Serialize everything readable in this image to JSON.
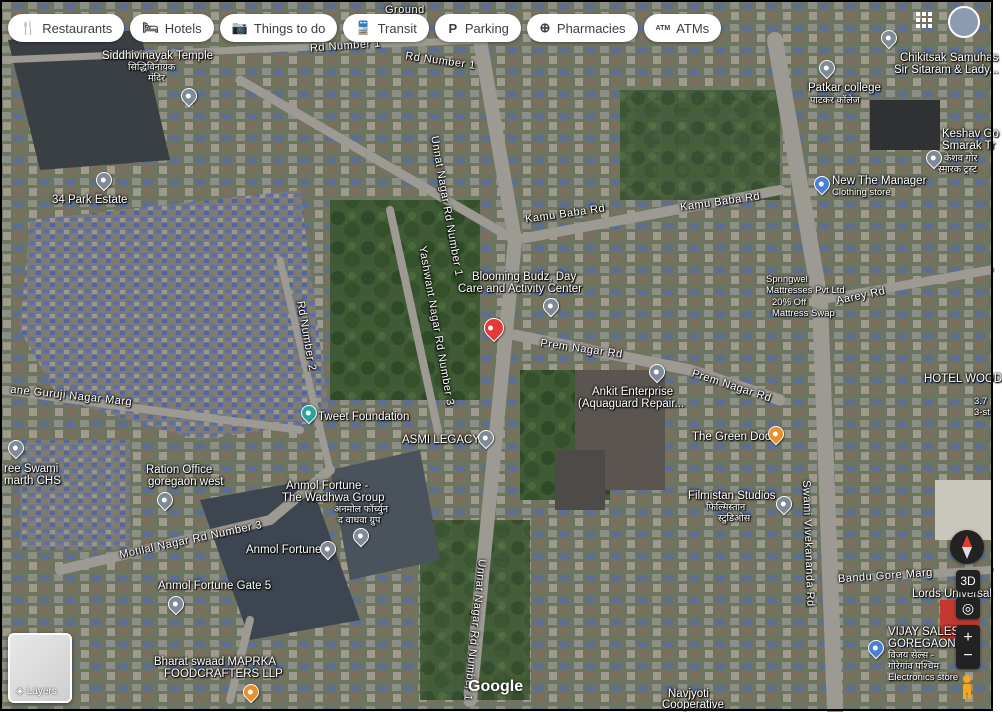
{
  "filter_chips": [
    {
      "label": "Restaurants",
      "icon": "fork-knife-icon",
      "glyph": "🍴"
    },
    {
      "label": "Hotels",
      "icon": "bed-icon",
      "glyph": "🛏"
    },
    {
      "label": "Things to do",
      "icon": "camera-icon",
      "glyph": "📷"
    },
    {
      "label": "Transit",
      "icon": "train-icon",
      "glyph": "🚆"
    },
    {
      "label": "Parking",
      "icon": "parking-icon",
      "glyph": "P"
    },
    {
      "label": "Pharmacies",
      "icon": "pharmacy-icon",
      "glyph": "⊕"
    },
    {
      "label": "ATMs",
      "icon": "atm-icon",
      "glyph": "ATM"
    }
  ],
  "places": {
    "siddhivinayak": "Siddhivinayak Temple",
    "siddhivinayak_local": "सिद्धिविनायक",
    "siddhivinayak_local2": "मंदिर",
    "park_estate": "34 Park Estate",
    "blooming_budz_1": "Blooming Budz, Day",
    "blooming_budz_2": "Care and Activity Center",
    "springwel_1": "Springwel",
    "springwel_2": "Mattresses Pvt Ltd",
    "springwel_3": "20% Off",
    "springwel_4": "Mattress Swap",
    "ankit_1": "Ankit Enterprise",
    "ankit_2": "(Aquaguard Repair...",
    "green_door": "The Green Door",
    "filmistan_1": "Filmistan Studios",
    "filmistan_2": "फिल्मिस्तान",
    "filmistan_3": "स्टुडिओस",
    "tweet_foundation": "Tweet Foundation",
    "asmi_legacy": "ASMI LEGACY",
    "ration_office_1": "Ration Office",
    "ration_office_2": "goregaon west",
    "swami_chs_1": "ree Swami",
    "swami_chs_2": "marth CHS",
    "anmol_fortune_wadhwa_1": "Anmol Fortune -",
    "anmol_fortune_wadhwa_2": "The Wadhwa Group",
    "anmol_local_1": "अनमोल फॉर्च्युन",
    "anmol_local_2": "द वाधवा ग्रुप",
    "anmol_fortune": "Anmol Fortune",
    "anmol_gate5": "Anmol Fortune Gate 5",
    "bharat_swaad_1": "Bharat swaad MAPRKA",
    "bharat_swaad_2": "FOODCRAFTERS LLP",
    "chikitsak_1": "Chikitsak Samuhas",
    "chikitsak_2": "Sir Sitaram & Lady...",
    "patkar_1": "Patkar college",
    "patkar_2": "पाटकर कॉलेज",
    "keshav_1": "Keshav Go",
    "keshav_2": "Smarak Tr",
    "keshav_3": "केशव गोर",
    "keshav_4": "स्मारक ट्रस्ट",
    "new_manager_1": "New The Manager",
    "new_manager_2": "Clothing store",
    "hotel_wood": "HOTEL WOOD",
    "hotel_wood_r1": "3.7",
    "hotel_wood_r2": "3-st",
    "lords": "Lords Universal",
    "vijay_1": "VIJAY SALES -",
    "vijay_2": "GOREGAON (W)",
    "vijay_3": "विजय सेल्स -",
    "vijay_4": "गोरेगांव पश्चिम",
    "vijay_5": "Electronics store",
    "navjyoti_1": "Navjyoti",
    "navjyoti_2": "Cooperative",
    "ground": "Ground"
  },
  "roads": {
    "rd_number_1_top": "Rd Number 1",
    "rd_number_1_b": "Rd Number 1",
    "unnat_nagar_1": "Unnat Nagar Rd Number 1",
    "unnat_nagar_2": "Unnat Nagar Rd Number 1",
    "kamu_baba_1": "Kamu Baba Rd",
    "kamu_baba_2": "Kamu Baba Rd",
    "aarey": "Aarey Rd",
    "prem_nagar_1": "Prem Nagar Rd",
    "prem_nagar_2": "Prem Nagar Rd",
    "yashwant_nagar": "Yashwant Nagar Rd Number 3",
    "rd_number_2": "Rd Number 2",
    "guruji_nagar": "ane Guruji Nagar Marg",
    "motilal_nagar": "Motilal Nagar Rd Number 3",
    "swami_vivekananda": "Swami Vivekananda Rd",
    "bandu_gore": "Bandu Gore Marg"
  },
  "controls": {
    "layers_label": "Layers",
    "google_logo": "Google",
    "view_3d": "3D",
    "zoom_in": "+",
    "zoom_out": "−"
  },
  "colors": {
    "selected_pin": "#e53935",
    "poi_gray": "#7f8a96",
    "poi_blue": "#4a7fd6",
    "poi_orange": "#e8912c"
  }
}
